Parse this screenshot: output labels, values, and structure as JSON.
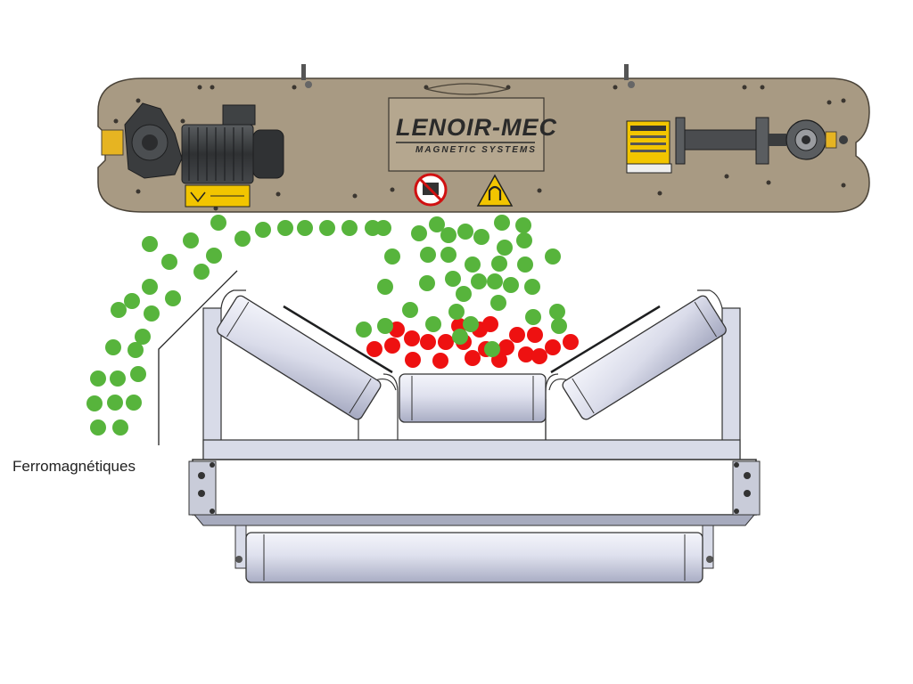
{
  "diagram": {
    "label_ferromagnetic": "Ferromagnétiques",
    "logo": {
      "brand": "LENOIR-MEC",
      "tagline": "MAGNETIC SYSTEMS"
    },
    "colors": {
      "background": "#ffffff",
      "separator_housing": "#a89a83",
      "separator_outline": "#4a4338",
      "motor": "#3a3c3e",
      "warning_yellow": "#f2c500",
      "belt_frame": "#d8dbe8",
      "roller_light": "#e9eaf4",
      "roller_dark": "#b8bccf",
      "green_material": "#57b43c",
      "red_ferrous": "#ee1111"
    },
    "icons": [
      "no-pacemaker-icon",
      "magnet-warning-icon",
      "geared-motor-icon",
      "belt-tensioner-icon"
    ]
  }
}
